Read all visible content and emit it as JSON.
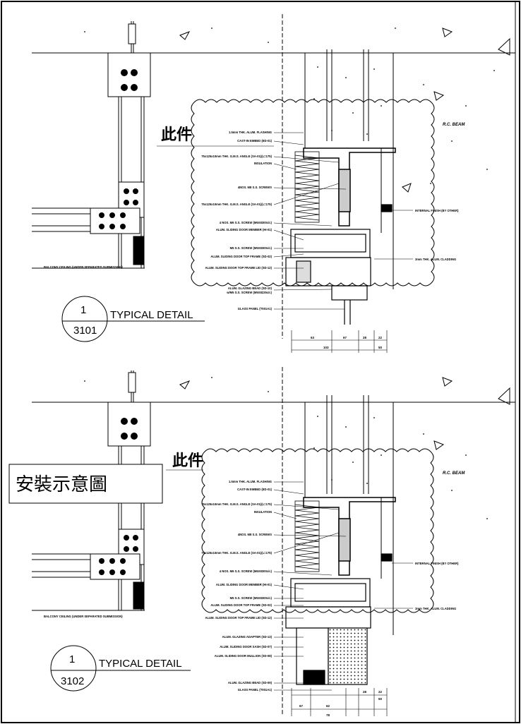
{
  "details": [
    {
      "label_number": "1",
      "sheet_number": "3101",
      "title": "TYPICAL DETAIL",
      "callout_cn": "此件",
      "rc_beam": "R.C. BEAM",
      "balcony_note": "BALCONY CEILING (UNDER SEPARATED SUBMISSION)",
      "left_labels": [
        "1.5mm THK. ALUM. FLASHING",
        "CAST-IN EMBED (ED-01)",
        "75x125x10mm THK. G.M.S. ANGLE (SA-01)(L=175)",
        "INSULATION",
        "4NOS. M8 S.S. SCREWS",
        "75x125x10mm THK. G.M.S. ANGLE (SA-01)(L=175)",
        "4 NOS. M6 S.S. SCREW (M6X8300c/c)",
        "ALUM. SLIDING DOOR MEMBER (HI-01)",
        "M5 S.S. SCREW (M5X8300c/c)",
        "ALUM. SLIDING DOOR TOP FRAME (SD-02)",
        "ALUM. SLIDING DOOR TOP FRAME LID (SD-12)",
        "ALUM. GLAZING BEAD (SD-10)",
        "w/M5 S.S. SCREW (M5X8225c/c)",
        "GLASS PANEL (T001A1)"
      ],
      "right_labels": [
        "INTERNAL FINISH (BY OTHER)",
        "3mm THK. ALUM. CLADDING"
      ],
      "dims": [
        "63",
        "67",
        "28",
        "22",
        "103",
        "50"
      ]
    },
    {
      "label_number": "1",
      "sheet_number": "3102",
      "title": "TYPICAL DETAIL",
      "callout_cn": "此件",
      "install_note_cn": "安裝示意圖",
      "rc_beam": "R.C. BEAM",
      "balcony_note": "BALCONY CEILING (UNDER SEPARATED SUBMISSION)",
      "left_labels": [
        "1.5mm THK. ALUM. FLASHING",
        "CAST-IN EMBED (ED-01)",
        "75x125x10mm THK. G.M.S. ANGLE (SA-01)(L=175)",
        "INSULATION",
        "4NOS. M8 S.S. SCREWS",
        "75x125x10mm THK. G.M.S. ANGLE (SA-01)(L=175)",
        "4 NOS. M6 S.S. SCREW (M6X8300c/c)",
        "ALUM. SLIDING DOOR MEMBER (HI-01)",
        "M5 S.S. SCREW (M5X8300c/c)",
        "ALUM. SLIDING DOOR TOP FRAME (SD-02)",
        "ALUM. SLIDING DOOR TOP FRAME LID (SD-12)",
        "ALUM. GLAZING ADAPTER (SD-13)",
        "ALUM. SLIDING DOOR SASH (SD-07)",
        "ALUM. SLIDING DOOR MULLION (SD-08)",
        "ALUM. GLAZING BEAD (SD-09)",
        "GLASS PANEL (T001A1)"
      ],
      "right_labels": [
        "INTERNAL FINISH (BY OTHER)",
        "3mm THK. ALUM. CLADDING"
      ],
      "dims": [
        "28",
        "22",
        "50",
        "67",
        "62",
        "78"
      ]
    }
  ]
}
